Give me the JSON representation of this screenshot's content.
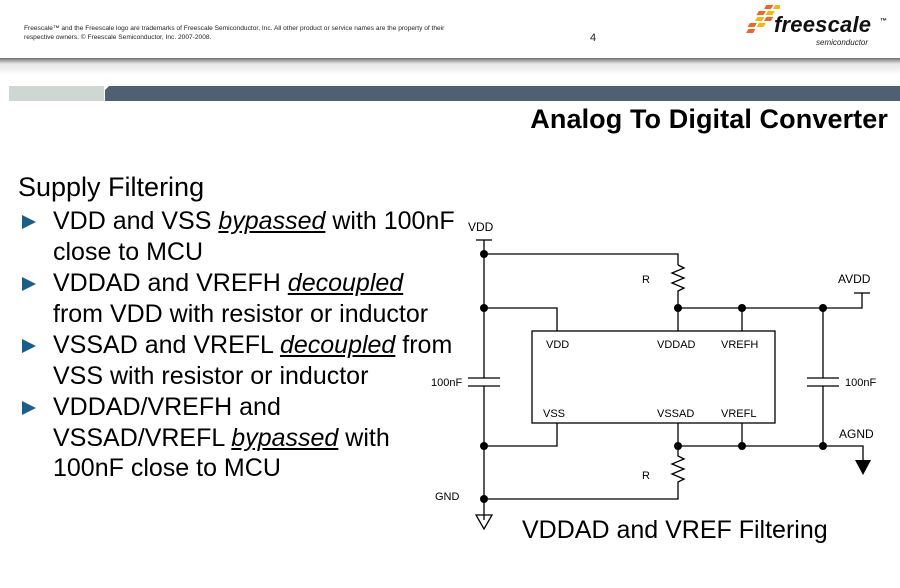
{
  "header": {
    "legal_notice": "Freescale™ and the Freescale logo are trademarks of Freescale Semiconductor, Inc. All other product or service names are the property of their respective owners. © Freescale Semiconductor, Inc. 2007-2008.",
    "page_number": "4",
    "logo": {
      "wordmark": "freescale",
      "trademark": "™",
      "subtitle": "semiconductor",
      "colors": {
        "orange": "#f26522",
        "yellow": "#f7b512"
      }
    },
    "band_colors": {
      "left": "#cfd7d3",
      "right": "#4f6072"
    }
  },
  "slide": {
    "title": "Analog To Digital Converter",
    "section_heading": "Supply Filtering",
    "bullets": [
      {
        "parts": [
          {
            "text": "VDD and VSS "
          },
          {
            "text": "bypassed",
            "em": true
          },
          {
            "text": " with 100nF close to MCU"
          }
        ]
      },
      {
        "parts": [
          {
            "text": "VDDAD and VREFH "
          },
          {
            "text": "decoupled",
            "em": true
          },
          {
            "text": " from VDD with resistor or inductor"
          }
        ]
      },
      {
        "parts": [
          {
            "text": "VSSAD and VREFL "
          },
          {
            "text": "decoupled",
            "em": true
          },
          {
            "text": " from VSS with resistor or inductor"
          }
        ]
      },
      {
        "parts": [
          {
            "text": "VDDAD/VREFH and VSSAD/VREFL "
          },
          {
            "text": "bypassed",
            "em": true
          },
          {
            "text": " with 100nF close to MCU"
          }
        ]
      }
    ],
    "bullet_color": "#1a5e8c"
  },
  "schematic": {
    "caption": "VDDAD and VREF Filtering",
    "labels": {
      "vdd_supply": "VDD",
      "gnd": "GND",
      "avdd": "AVDD",
      "agnd": "AGND",
      "resistor_top": "R",
      "resistor_bottom": "R",
      "cap_left": "100nF",
      "cap_right": "100nF"
    },
    "chip_pins": {
      "vdd": "VDD",
      "vddad": "VDDAD",
      "vrefh": "VREFH",
      "vss": "VSS",
      "vssad": "VSSAD",
      "vrefl": "VREFL"
    }
  }
}
